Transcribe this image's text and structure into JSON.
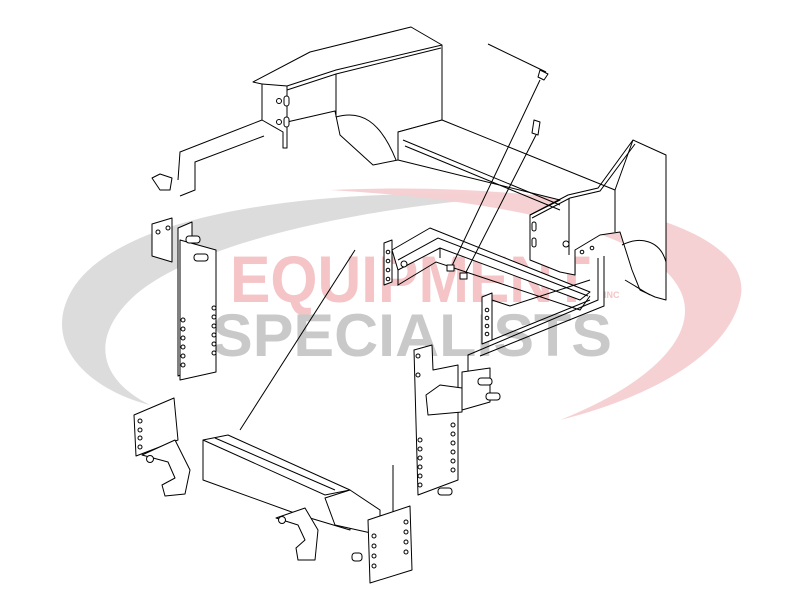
{
  "diagram": {
    "type": "exploded-parts-illustration",
    "subject": "Snow plow truck-side mount assembly attached to vehicle frame",
    "background": "#ffffff",
    "line_color": "#000000"
  },
  "watermark": {
    "line1": "EQUIPMENT",
    "line2": "SPECIALISTS",
    "suffix": "INC",
    "line1_color": "#f4c4c6",
    "line2_color": "#c9c9c9",
    "swoosh_red": "#f6cfd1",
    "swoosh_gray": "#d6d6d6"
  },
  "parts": [
    {
      "name": "vehicle-frame-rail-left",
      "label": ""
    },
    {
      "name": "vehicle-frame-rail-right",
      "label": ""
    },
    {
      "name": "left-mount-bracket",
      "label": ""
    },
    {
      "name": "right-mount-bracket",
      "label": ""
    },
    {
      "name": "cross-member-rear",
      "label": ""
    },
    {
      "name": "push-frame-cross-tube",
      "label": ""
    },
    {
      "name": "lift-arm-hooks",
      "label": ""
    },
    {
      "name": "pins-and-bolts",
      "label": ""
    }
  ]
}
